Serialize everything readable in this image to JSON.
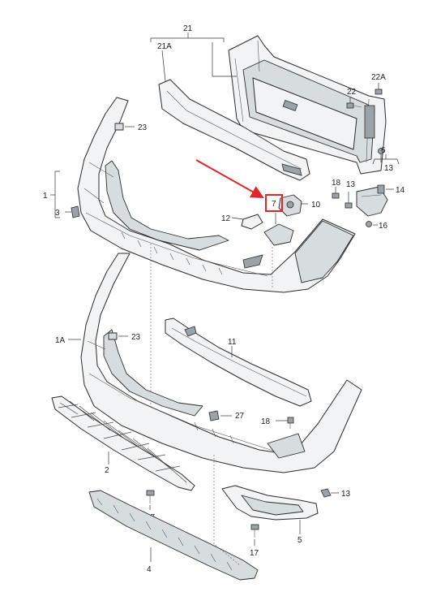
{
  "callouts": {
    "c21": "21",
    "c21A": "21A",
    "c22": "22",
    "c22A": "22A",
    "c23a": "23",
    "c6": "6",
    "c13a": "13",
    "c1": "1",
    "c3": "3",
    "c14": "14",
    "c18a": "18",
    "c13b": "13",
    "c10": "10",
    "c7": "7",
    "c12": "12",
    "c16": "16",
    "c1A": "1A",
    "c23b": "23",
    "c11": "11",
    "c27": "27",
    "c18b": "18",
    "c2": "2",
    "c13c": "13",
    "c17a": "17",
    "c5": "5",
    "c17b": "17",
    "c4": "4"
  },
  "colors": {
    "highlight": "#e3232b",
    "arrow": "#e3232b",
    "line": "#333333"
  },
  "highlighted_part": "7"
}
